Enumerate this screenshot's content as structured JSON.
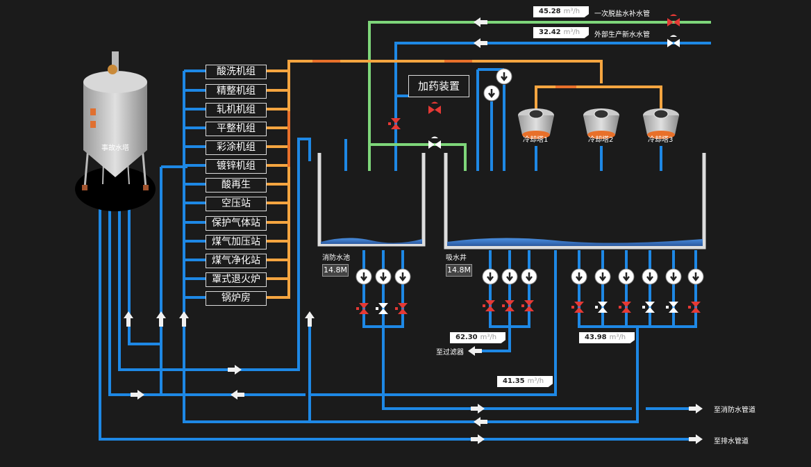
{
  "tower": {
    "label": "事故水塔"
  },
  "units": [
    {
      "label": "酸洗机组"
    },
    {
      "label": "精整机组"
    },
    {
      "label": "轧机机组"
    },
    {
      "label": "平整机组"
    },
    {
      "label": "彩涂机组"
    },
    {
      "label": "镀锌机组"
    },
    {
      "label": "酸再生"
    },
    {
      "label": "空压站"
    },
    {
      "label": "保护气体站"
    },
    {
      "label": "煤气加压站"
    },
    {
      "label": "煤气净化站"
    },
    {
      "label": "罩式退火炉"
    },
    {
      "label": "锅炉房"
    }
  ],
  "dosing": {
    "label": "加药装置"
  },
  "cooling_towers": [
    {
      "label": "冷却塔1"
    },
    {
      "label": "冷却塔2"
    },
    {
      "label": "冷却塔3"
    }
  ],
  "pools": {
    "fire": {
      "label": "消防水池",
      "level": "14.8M"
    },
    "suction": {
      "label": "吸水井",
      "level": "14.8M"
    }
  },
  "flows": {
    "desalted": {
      "value": "45.28",
      "unit": "m³/h",
      "label": "一次脱盐水补水管"
    },
    "external": {
      "value": "32.42",
      "unit": "m³/h",
      "label": "外部生产新水水管"
    },
    "filter": {
      "value": "62.30",
      "unit": "m³/h",
      "label": "至过滤器"
    },
    "header": {
      "value": "43.98",
      "unit": "m³/h"
    },
    "return": {
      "value": "41.35",
      "unit": "m³/h"
    }
  },
  "outlets": {
    "fire_pipe": "至消防水管道",
    "drain_pipe": "至排水管道"
  },
  "colors": {
    "blue": "#1e88e5",
    "orange": "#f5a540",
    "green": "#7ed67a",
    "valve_open": "#ffffff",
    "valve_closed": "#e53935"
  }
}
